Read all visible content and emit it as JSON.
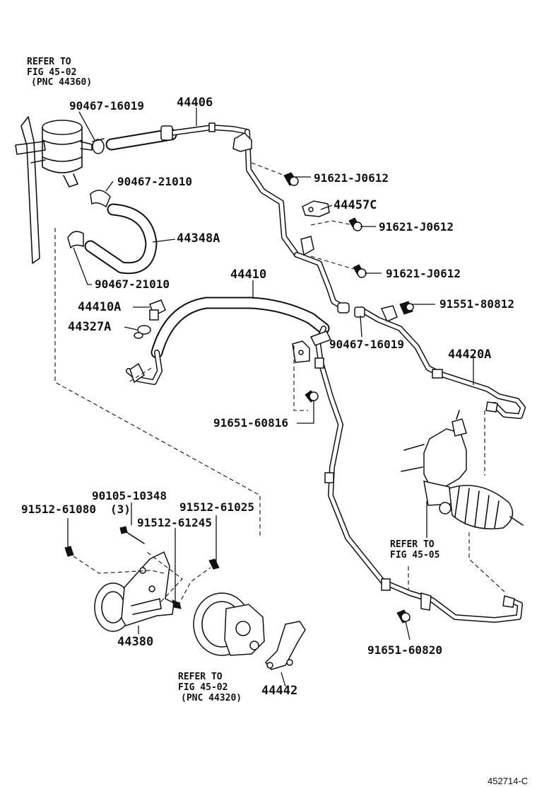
{
  "references": {
    "top_left": [
      "REFER TO",
      "FIG 45-02",
      "(PNC 44360)"
    ],
    "right": [
      "REFER TO",
      "FIG 45-05"
    ],
    "bottom": [
      "REFER TO",
      "FIG 45-02",
      "(PNC 44320)"
    ]
  },
  "parts": {
    "p_90467_16019_a": "90467-16019",
    "p_44406": "44406",
    "p_90467_21010_a": "90467-21010",
    "p_91621_j0612_a": "91621-J0612",
    "p_44457c": "44457C",
    "p_91621_j0612_b": "91621-J0612",
    "p_44348a": "44348A",
    "p_91621_j0612_c": "91621-J0612",
    "p_90467_21010_b": "90467-21010",
    "p_44410": "44410",
    "p_44410a": "44410A",
    "p_91551_80812": "91551-80812",
    "p_44327a": "44327A",
    "p_90467_16019_b": "90467-16019",
    "p_44420a": "44420A",
    "p_91651_60816": "91651-60816",
    "p_90105_10348": "90105-10348",
    "p_91512_61080": "91512-61080",
    "p_qty_3": "(3)",
    "p_91512_61025": "91512-61025",
    "p_91512_61245": "91512-61245",
    "p_44380": "44380",
    "p_91651_60820": "91651-60820",
    "p_44442": "44442"
  },
  "diagram_code": "452714-C"
}
